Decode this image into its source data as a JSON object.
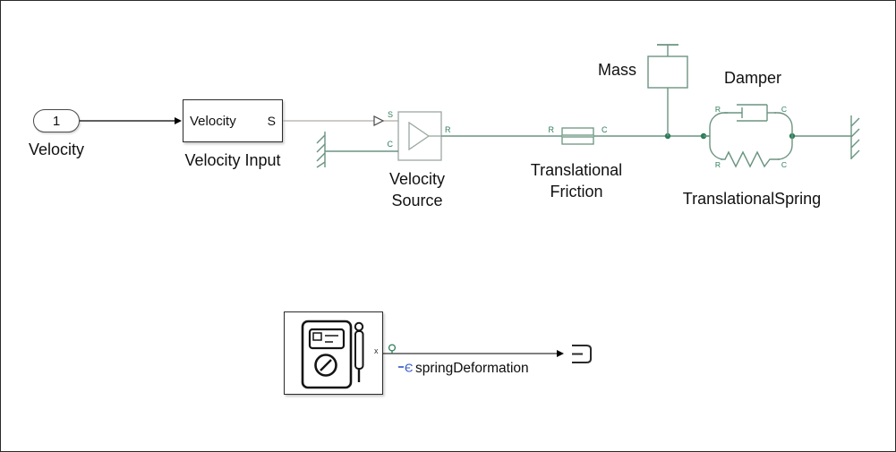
{
  "colors": {
    "physical_line": "#6b9480",
    "port_label_green": "#2e7d5a",
    "signal_line": "#000000",
    "ps_line": "#b0aba4",
    "logging_badge_blue": "#2f55c8",
    "block_border": "#2b2b2b",
    "background": "#ffffff"
  },
  "blocks": {
    "inport": {
      "number": "1",
      "label": "Velocity"
    },
    "velocity_input": {
      "name": "Velocity Input",
      "display_text": "Velocity",
      "port_s": "S"
    },
    "velocity_source": {
      "name": "Velocity Source",
      "port_s": "S",
      "port_c": "C",
      "port_r": "R"
    },
    "friction": {
      "name": "Translational Friction",
      "port_r": "R",
      "port_c": "C"
    },
    "mass": {
      "name": "Mass"
    },
    "damper": {
      "name": "Damper",
      "port_r": "R",
      "port_c": "C"
    },
    "spring": {
      "name": "TranslationalSpring",
      "port_r": "R",
      "port_c": "C"
    },
    "sensor": {
      "port_x": "x"
    },
    "out_port": {
      "signal_label": "springDeformation"
    }
  },
  "icons": {
    "logging_badge_glyph": "Є"
  }
}
